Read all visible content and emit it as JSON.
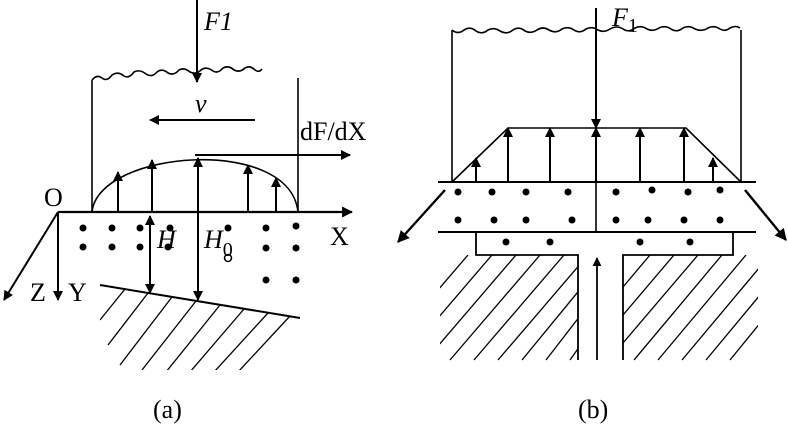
{
  "panel_a": {
    "force_label": "F1",
    "velocity_label": "v",
    "gradient_label": "dF/dX",
    "origin_label": "O",
    "x_axis_label": "X",
    "z_axis_label": "Z",
    "y_axis_label": "Y",
    "height_label": "H",
    "height0_label": "H",
    "height0_subscript": "0",
    "caption": "(a)"
  },
  "panel_b": {
    "force_label": "F",
    "force_subscript": "1",
    "caption": "(b)"
  }
}
